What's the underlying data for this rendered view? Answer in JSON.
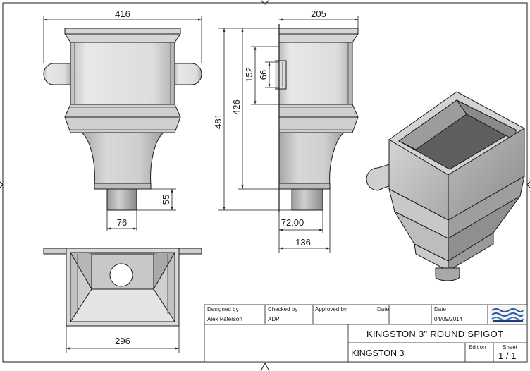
{
  "dimensions": {
    "front_width": "416",
    "side_width": "205",
    "height_total": "481",
    "height_body": "426",
    "lug_height": "152",
    "lug_slot": "66",
    "spigot_height": "55",
    "spigot_front_width": "76",
    "spigot_side_width": "72,00",
    "base_side_width": "136",
    "top_view_width": "296"
  },
  "title_block": {
    "designed_by_label": "Designed by",
    "designed_by": "Alex Paterson",
    "checked_by_label": "Checked by",
    "checked_by": "ADP",
    "approved_by_label": "Approved by",
    "date_label_1": "Date",
    "date_label_2": "Date",
    "date": "04/09/2014",
    "title": "KINGSTON 3\" ROUND SPIGOT",
    "part_name": "KINGSTON 3",
    "edition_label": "Edition",
    "sheet_label": "Sheet",
    "sheet": "1 / 1"
  },
  "colors": {
    "line": "#1a1a1a",
    "metal_light": "#e6e6e6",
    "metal_mid": "#c9c9c9",
    "metal_dark": "#8e8e8e",
    "logo_blue": "#2a5aa8"
  }
}
